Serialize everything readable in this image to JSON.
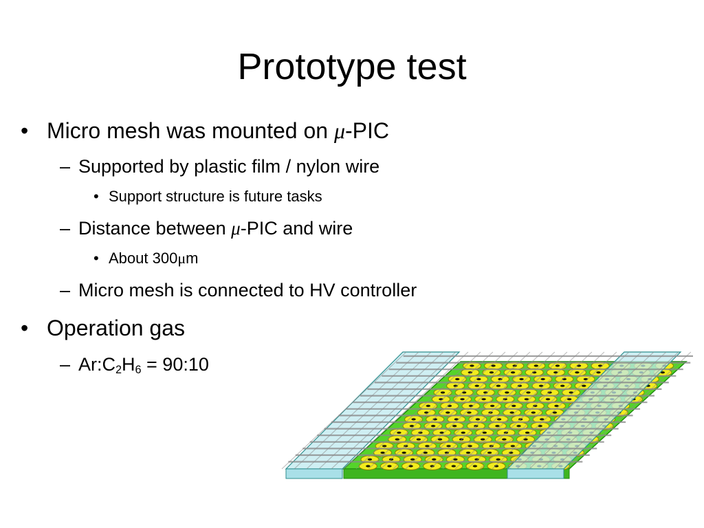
{
  "slide": {
    "title": "Prototype test",
    "bullet_char": "•",
    "dash_char": "–",
    "mu_symbol": "μ",
    "items": {
      "b1_text": "Micro mesh was mounted on ",
      "b1_suffix": "-PIC",
      "b1_1": "Supported by plastic film / nylon wire",
      "b1_1_1": "Support structure is future tasks",
      "b1_2_text": "Distance between ",
      "b1_2_suffix": "-PIC and wire",
      "b1_2_1_text": "About 300",
      "b1_2_1_suffix": "m",
      "b1_3": "Micro mesh is connected to HV controller",
      "b2": "Operation gas",
      "b2_1": {
        "p1": "Ar:C",
        "s1": "2",
        "p2": "H",
        "s2": "6",
        "p3": " = 90:10"
      }
    }
  },
  "figure": {
    "colors": {
      "board": "#55d42a",
      "board_edge": "#1f8a10",
      "pixel_outer": "#f2ec1e",
      "pixel_ring": "#8a8000",
      "pixel_center": "#1b1b00",
      "film_fill": "#bfe9ef",
      "film_edge": "#2e8e8e",
      "wire": "#8a8a8a"
    }
  }
}
